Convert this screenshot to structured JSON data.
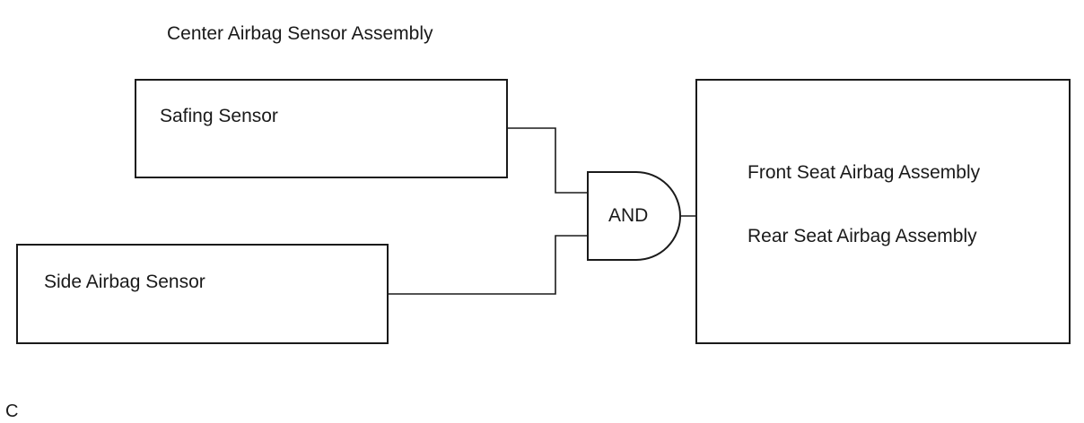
{
  "diagram": {
    "group_title": "Center Airbag Sensor Assembly",
    "safing_sensor": "Safing Sensor",
    "side_airbag_sensor": "Side Airbag Sensor",
    "gate": "AND",
    "output_front": "Front Seat Airbag Assembly",
    "output_rear": "Rear Seat Airbag Assembly",
    "footer_code": "C"
  }
}
